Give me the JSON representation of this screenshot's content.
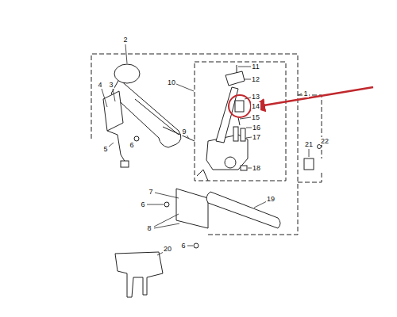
{
  "diagram": {
    "labels": [
      "1",
      "2",
      "3",
      "4",
      "5",
      "6",
      "7",
      "6",
      "8",
      "6",
      "9",
      "10",
      "11",
      "12",
      "13",
      "14",
      "15",
      "16",
      "17",
      "18",
      "19",
      "20",
      "21",
      "22"
    ]
  }
}
